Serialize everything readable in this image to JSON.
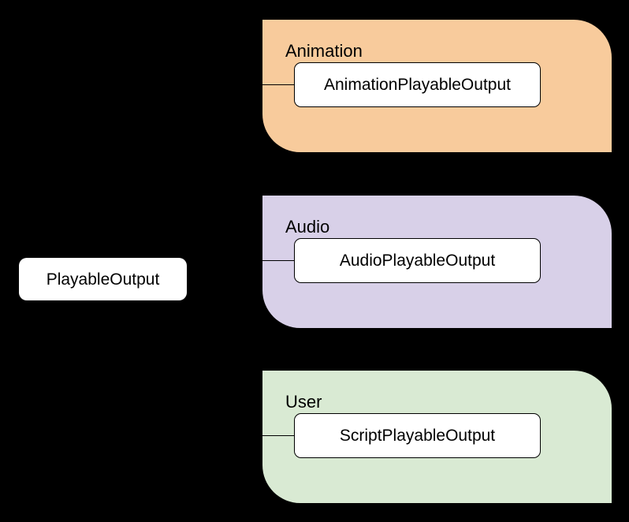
{
  "diagram": {
    "background_color": "#000000",
    "root": {
      "label": "PlayableOutput"
    },
    "lanes": [
      {
        "title": "Animation",
        "color": "#f8cb9c",
        "child": {
          "label": "AnimationPlayableOutput"
        }
      },
      {
        "title": "Audio",
        "color": "#d8d0e8",
        "child": {
          "label": "AudioPlayableOutput"
        }
      },
      {
        "title": "User",
        "color": "#d9ead3",
        "child": {
          "label": "ScriptPlayableOutput"
        }
      }
    ]
  }
}
